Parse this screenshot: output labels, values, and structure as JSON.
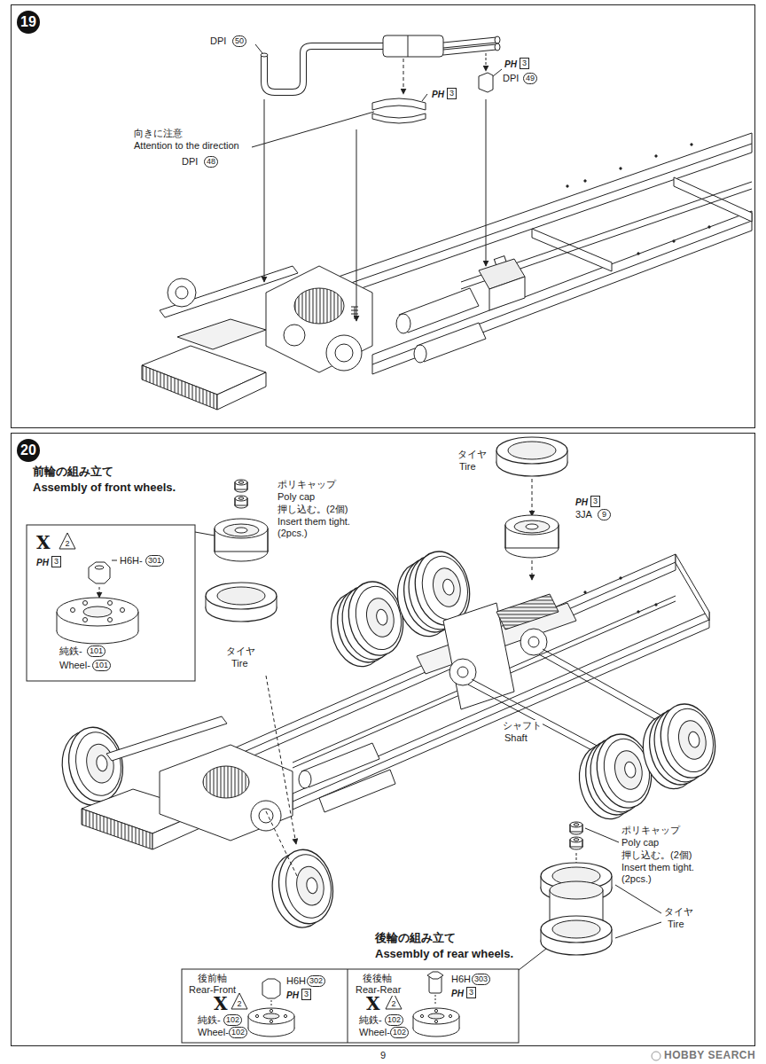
{
  "diagram": {
    "nodes": [
      {
        "text": [
          "19"
        ]
      },
      {
        "text": [
          "20"
        ]
      }
    ],
    "labels": [
      "DPI",
      "50",
      "PH",
      "3",
      "PH",
      "3",
      "DPI",
      "49",
      "向きに注意",
      "Attention to the direction",
      "DPI",
      "48",
      "前輪の組み立て",
      "Assembly of front wheels.",
      "ポリキャップ",
      "Poly cap",
      "押し込む。(2個)",
      "Insert them tight. (2pcs.)",
      "X",
      "2",
      "PH",
      "3",
      "H6H-",
      "301",
      "純鉄-",
      "101",
      "Wheel-",
      "101",
      "タイヤ",
      "Tire",
      "タイヤ",
      "Tire",
      "PH",
      "3",
      "3JA",
      "9",
      "シャフト",
      "Shaft",
      "ポリキャップ",
      "Poly cap",
      "押し込む。(2個)",
      "Insert them tight. (2pcs.)",
      "タイヤ",
      "Tire",
      "後輪の組み立て",
      "Assembly of rear wheels.",
      "後前軸",
      "Rear-Front",
      "X",
      "2",
      "H6H",
      "302",
      "PH",
      "3",
      "純鉄-",
      "102",
      "Wheel-",
      "102",
      "後後軸",
      "Rear-Rear",
      "X",
      "2",
      "H6H",
      "303",
      "PH",
      "3",
      "純鉄-",
      "102",
      "Wheel-",
      "102",
      "9",
      "HOBBY SEARCH"
    ]
  }
}
